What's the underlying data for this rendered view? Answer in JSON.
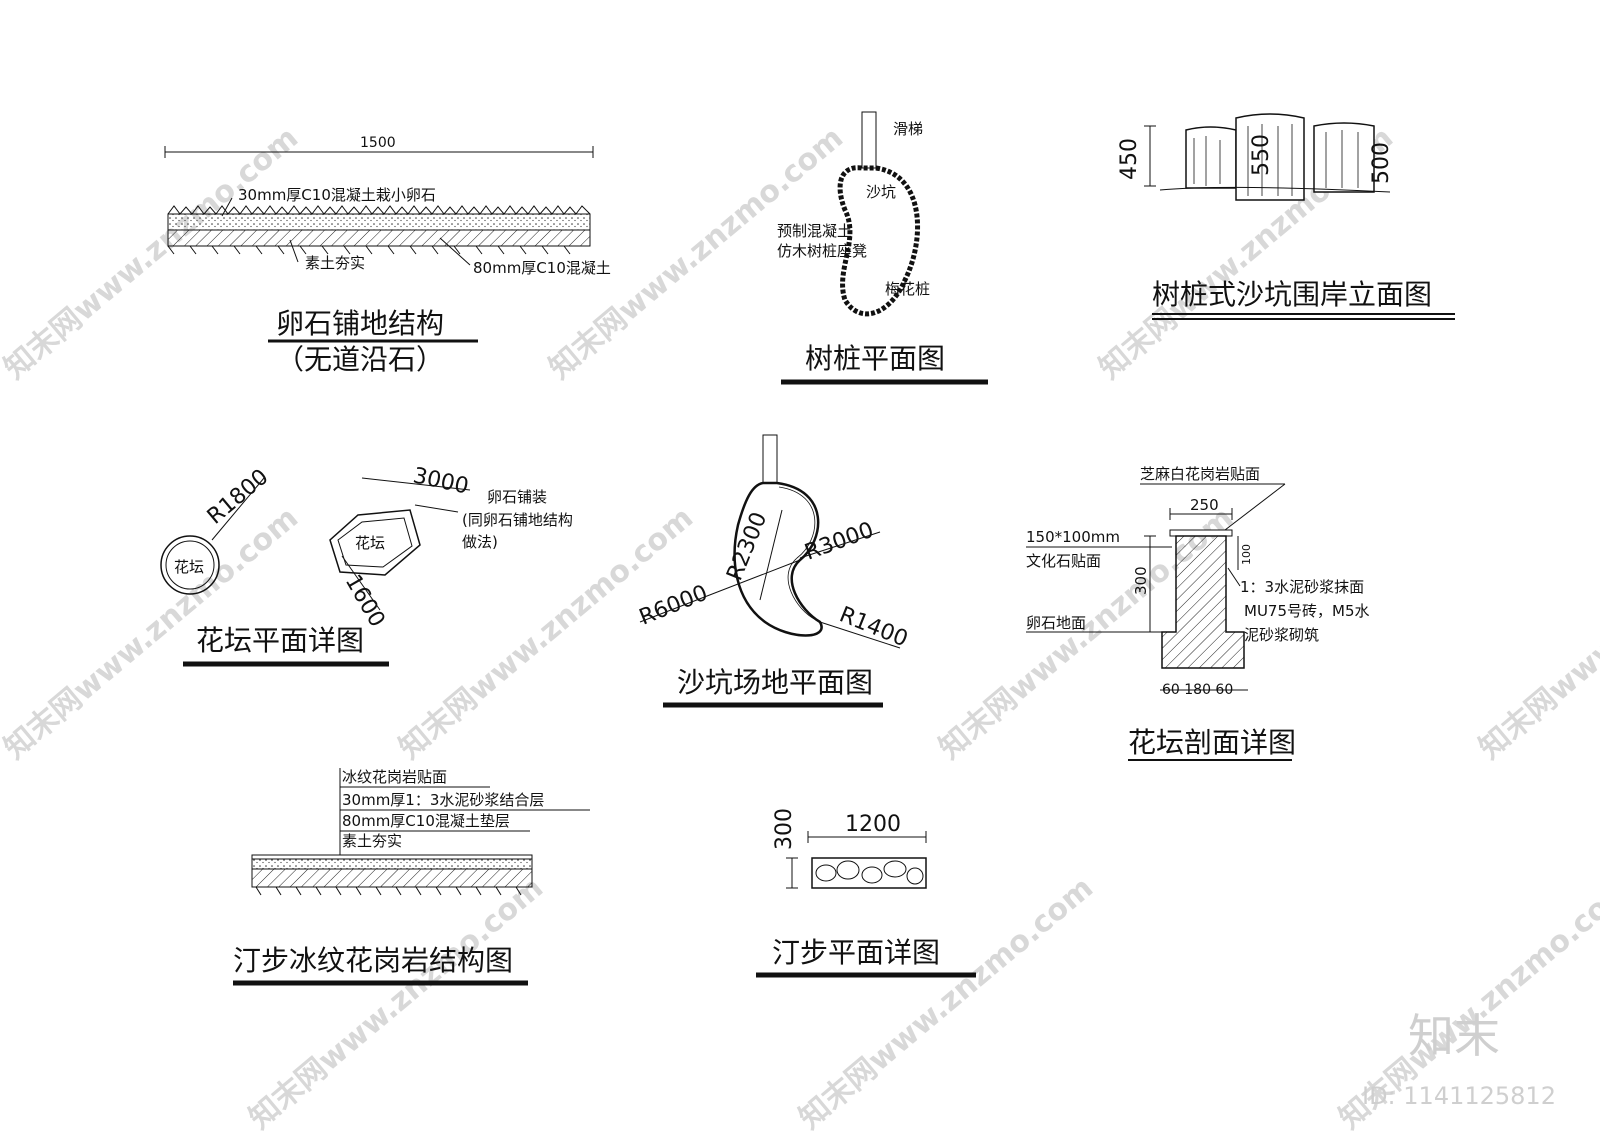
{
  "pebble": {
    "dim": "1500",
    "top_note": "30mm厚C10混凝土栽小卵石",
    "soil_note": "素土夯实",
    "concrete_note": "80mm厚C10混凝土",
    "title": "卵石铺地结构",
    "subtitle": "（无道沿石）"
  },
  "stump_plan": {
    "slide": "滑梯",
    "sandpit": "沙坑",
    "precast_1": "预制混凝土",
    "precast_2": "仿木树桩座凳",
    "plum": "梅花桩",
    "title": "树桩平面图"
  },
  "stump_elev": {
    "h450": "450",
    "h550": "550",
    "h500": "500",
    "title": "树桩式沙坑围岸立面图"
  },
  "planter_plan": {
    "r1800": "R1800",
    "bed": "花坛",
    "bed2": "花坛",
    "d3000": "3000",
    "d1600": "1600",
    "note_1": "卵石铺装",
    "note_2": "(同卵石铺地结构",
    "note_3": "做法)",
    "title": "花坛平面详图"
  },
  "sandpit_site": {
    "r3000": "R3000",
    "r6000": "R6000",
    "r2300": "R2300",
    "r1400": "R1400",
    "title": "沙坑场地平面图"
  },
  "planter_section": {
    "top_note": "芝麻白花岗岩贴面",
    "w250": "250",
    "culture_1": "150*100mm",
    "culture_2": "文化石贴面",
    "h300": "300",
    "h100": "100",
    "mortar": "1：3水泥砂浆抹面",
    "brick_1": "MU75号砖，M5水",
    "brick_2": "泥砂浆砌筑",
    "pebble_floor": "卵石地面",
    "base_dims": "60  180  60",
    "title": "花坛剖面详图"
  },
  "stepping_struct": {
    "l1": "冰纹花岗岩贴面",
    "l2": "30mm厚1：3水泥砂浆结合层",
    "l3": "80mm厚C10混凝土垫层",
    "l4": "素土夯实",
    "title": "汀步冰纹花岗岩结构图"
  },
  "stepping_plan": {
    "w1200": "1200",
    "h300": "300",
    "title": "汀步平面详图"
  },
  "watermark": {
    "text": "知末网www.znzmo.com",
    "brand": "知末",
    "id": "ID: 1141125812"
  }
}
